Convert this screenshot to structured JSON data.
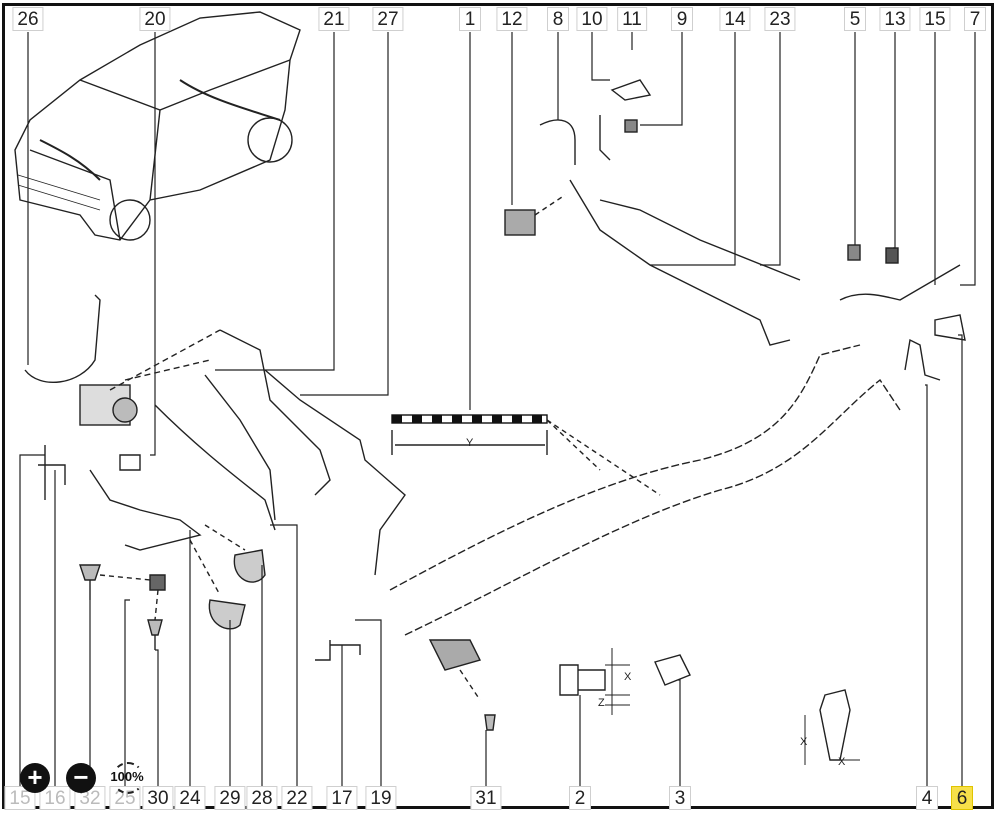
{
  "diagram": {
    "top_labels": [
      "26",
      "20",
      "21",
      "27",
      "1",
      "12",
      "8",
      "10",
      "11",
      "9",
      "14",
      "23",
      "5",
      "13",
      "15",
      "7"
    ],
    "bottom_labels": [
      "15",
      "16",
      "32",
      "25",
      "30",
      "24",
      "29",
      "28",
      "22",
      "17",
      "19",
      "31",
      "2",
      "3",
      "4",
      "6"
    ],
    "highlighted_label": "6",
    "highlight_color": "#f7e04a",
    "dimension_labels": {
      "y": "Y",
      "x1": "X",
      "z": "Z",
      "x2": "X",
      "x3": "X"
    }
  },
  "zoom_controls": {
    "zoom_in_icon": "plus-circle-icon",
    "zoom_out_icon": "minus-circle-icon",
    "reset_label": "100%"
  }
}
